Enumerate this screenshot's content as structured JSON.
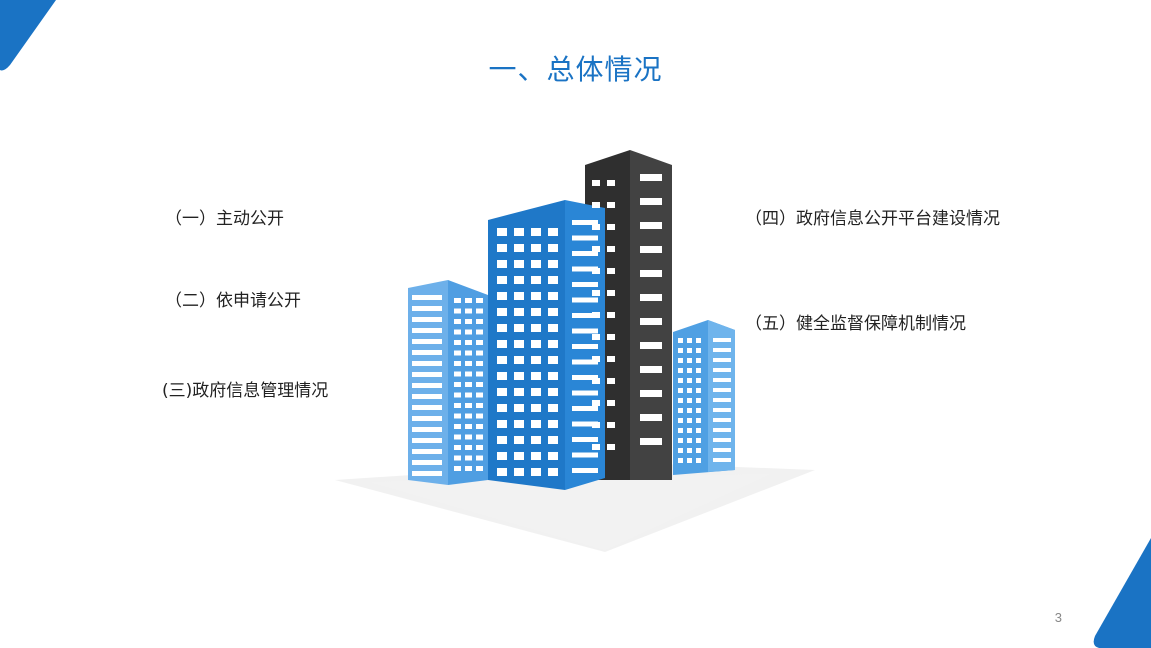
{
  "title": "一、总体情况",
  "left_items": [
    "（一）主动公开",
    "（二）依申请公开",
    "(三)政府信息管理情况"
  ],
  "right_items": [
    "（四）政府信息公开平台建设情况",
    "（五）健全监督保障机制情况"
  ],
  "page_number": "3",
  "colors": {
    "accent": "#1a73c4",
    "dark_building": "#3d3d3d",
    "mid_building": "#1f78c8",
    "light_building": "#6fb2ec",
    "text": "#222222"
  },
  "icons": [
    "corner-triangle-top-left",
    "buildings-illustration",
    "corner-triangle-bottom-right"
  ]
}
